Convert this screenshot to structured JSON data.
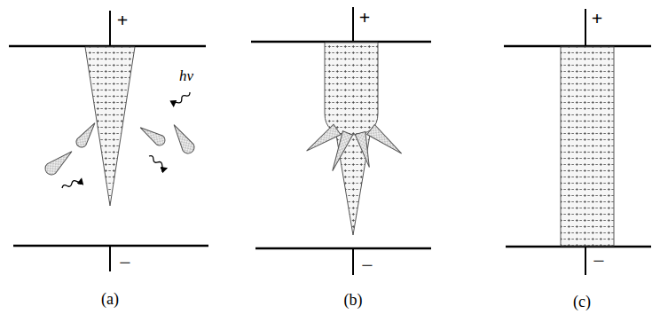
{
  "diagram": {
    "labels": [
      "+",
      "−",
      "hν",
      "(a)",
      "+",
      "−",
      "(b)",
      "+",
      "−",
      "(c)"
    ]
  }
}
